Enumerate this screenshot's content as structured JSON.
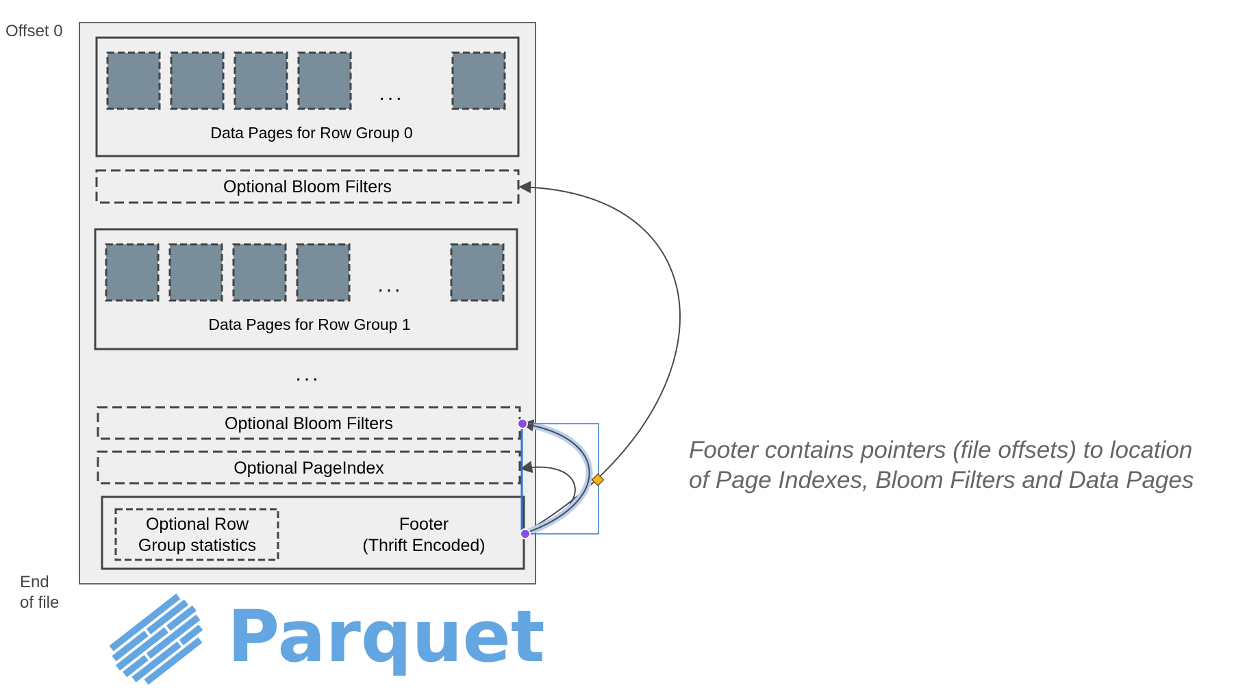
{
  "labels": {
    "offset_start": "Offset 0",
    "end_line1": "End",
    "end_line2": "of file",
    "ellipsis": "...",
    "row_group_0": "Data Pages for Row Group 0",
    "bloom_filters_0": "Optional Bloom Filters",
    "row_group_1": "Data Pages for Row Group 1",
    "bloom_filters_1": "Optional Bloom Filters",
    "page_index": "Optional PageIndex",
    "row_group_stats_line1": "Optional Row",
    "row_group_stats_line2": "Group statistics",
    "footer_line1": "Footer",
    "footer_line2": "(Thrift Encoded)"
  },
  "note": {
    "line1": "Footer contains pointers (file offsets) to location",
    "line2": "of Page Indexes, Bloom Filters and Data Pages"
  },
  "logo": {
    "text": "Parquet",
    "color": "#63a6e2"
  },
  "colors": {
    "file_background": "#efefef",
    "page_fill": "#7a8d9b",
    "border": "#434343",
    "arrow": "#4a4a4a",
    "selection": "#2e75d6",
    "handle": "#8a4fe0",
    "diamond": "#f0b429"
  }
}
